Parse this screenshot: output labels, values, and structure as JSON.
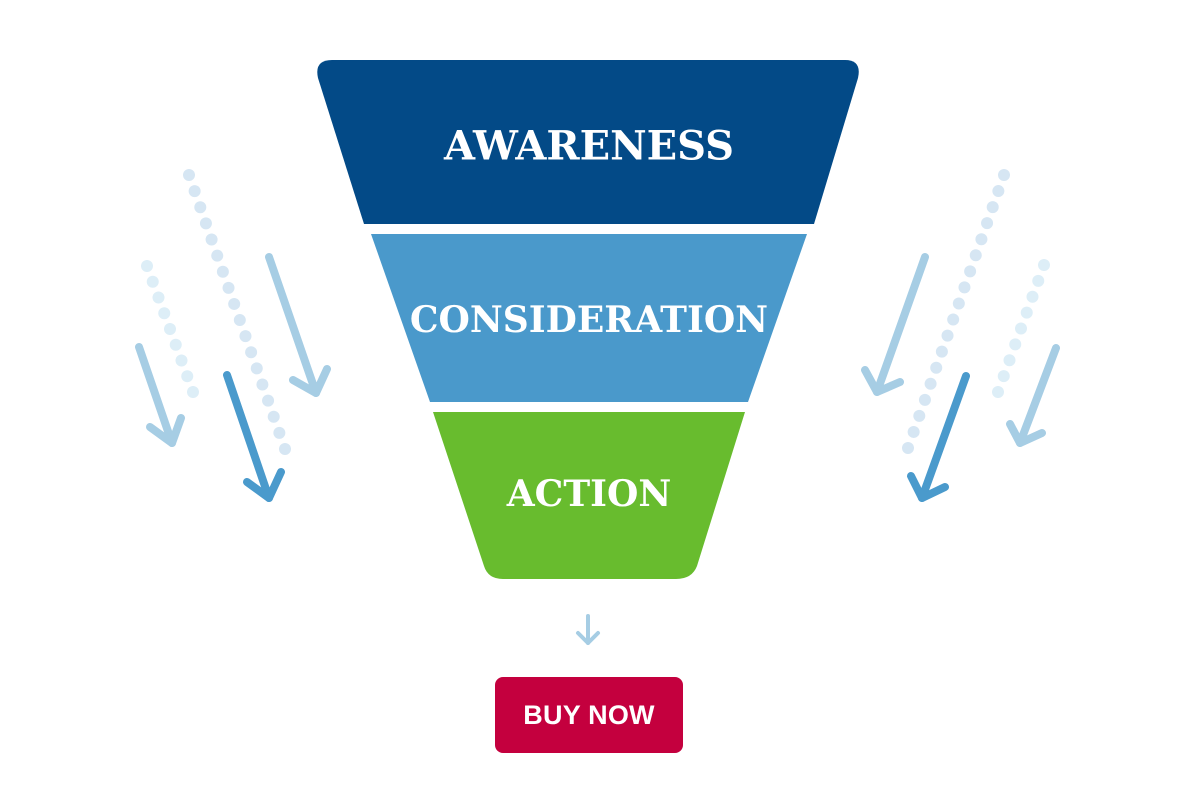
{
  "diagram": {
    "type": "sales-funnel",
    "stages": [
      {
        "label": "AWARENESS",
        "color": "#034a87"
      },
      {
        "label": "CONSIDERATION",
        "color": "#4a99cb"
      },
      {
        "label": "ACTION",
        "color": "#68bc2e"
      }
    ],
    "connector_arrow_color": "#a6cde4",
    "decoration": {
      "arrow_light_color": "#a6cde4",
      "arrow_dark_color": "#4a9acc",
      "dots_color": "#d6e6f3",
      "dots_light_color": "#ddeef7"
    }
  },
  "cta": {
    "label": "BUY NOW",
    "color": "#c4003e"
  }
}
